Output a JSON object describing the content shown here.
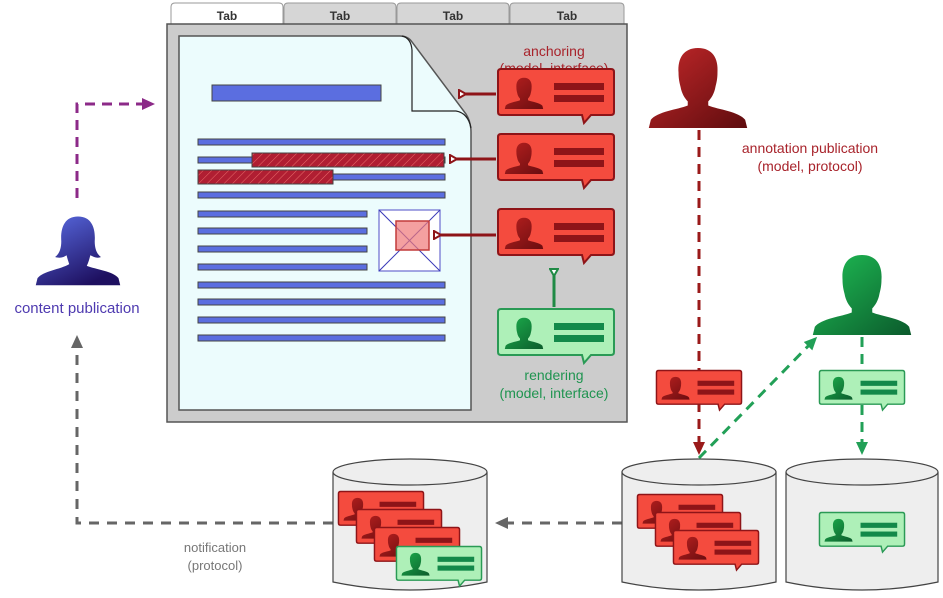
{
  "browser": {
    "tabs": [
      {
        "label": "Tab",
        "active": true
      },
      {
        "label": "Tab",
        "active": false
      },
      {
        "label": "Tab",
        "active": false
      },
      {
        "label": "Tab",
        "active": false
      }
    ]
  },
  "labels": {
    "anchoring_line1": "anchoring",
    "anchoring_line2": "(model, interface)",
    "rendering_line1": "rendering",
    "rendering_line2": "(model, interface)",
    "annotation_pub_line1": "annotation publication",
    "annotation_pub_line2": "(model, protocol)",
    "content_publication": "content publication",
    "notification_line1": "notification",
    "notification_line2": "(protocol)"
  },
  "colors": {
    "annotation_red": "#f44b3e",
    "annotation_red_dark": "#8e1418",
    "annotation_green": "#aef0b8",
    "annotation_green_dark": "#1f8a45",
    "content_purple": "#5a4fc8",
    "purple_arrow": "#8c2a88",
    "gray_arrow": "#666666",
    "text_lines": "#5b6ee0",
    "page_bg": "#ecfcfd",
    "browser_bg": "#cccccc"
  }
}
